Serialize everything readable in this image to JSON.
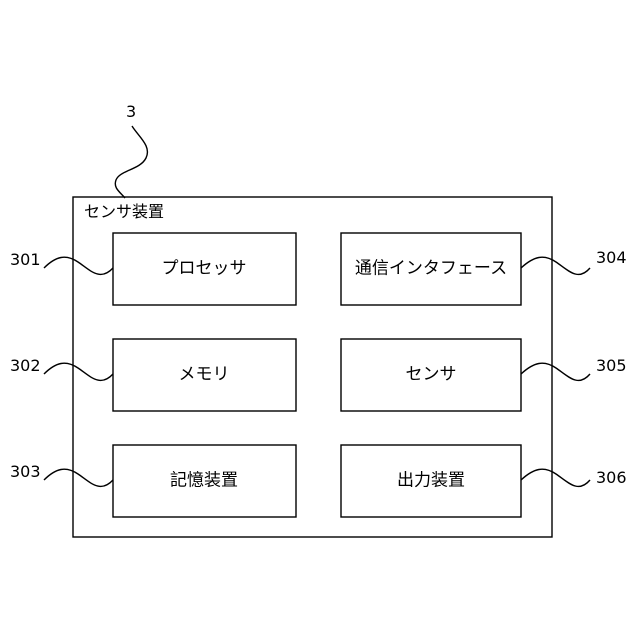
{
  "device": {
    "ref": "3",
    "title": "センサ装置"
  },
  "components": [
    {
      "ref": "301",
      "label": "プロセッサ"
    },
    {
      "ref": "302",
      "label": "メモリ"
    },
    {
      "ref": "303",
      "label": "記憶装置"
    },
    {
      "ref": "304",
      "label": "通信インタフェース"
    },
    {
      "ref": "305",
      "label": "センサ"
    },
    {
      "ref": "306",
      "label": "出力装置"
    }
  ]
}
